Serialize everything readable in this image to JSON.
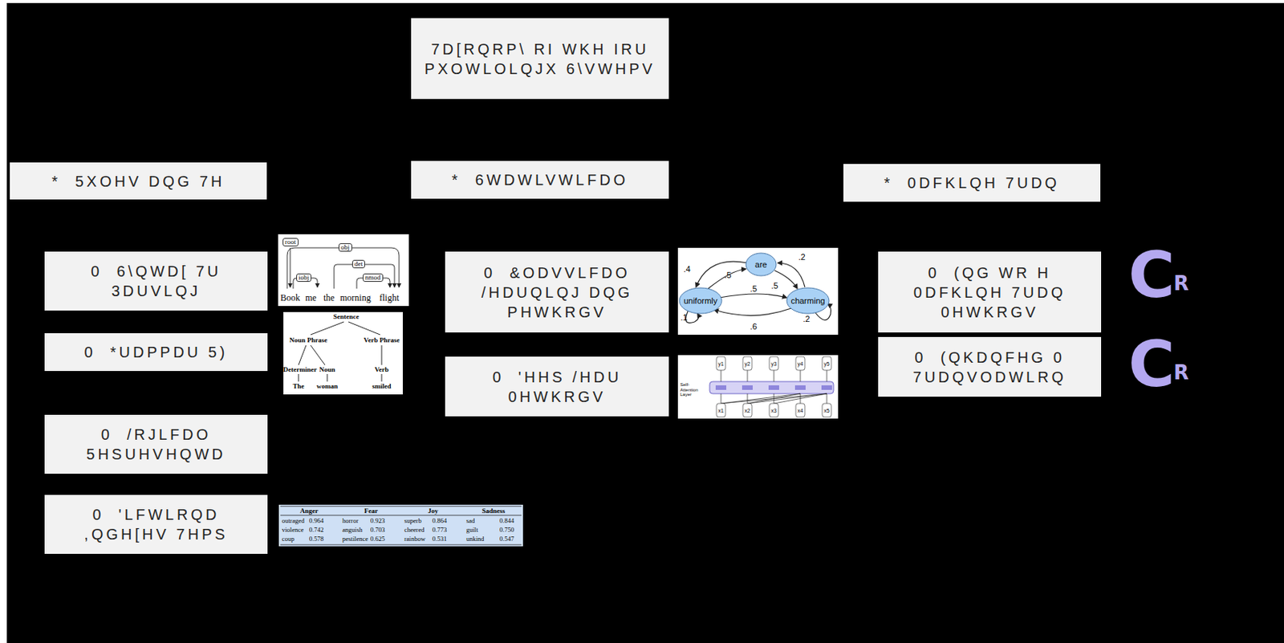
{
  "diagram": {
    "nodes": [
      {
        "text": [
          "7D[RQRP\\ RI WKH IRU PXOWLOLQJX 6\\VWHPV"
        ]
      },
      {
        "text": [
          "*  5XOHV DQG 7H"
        ]
      },
      {
        "text": [
          "0  6\\QWD[ 7U 3DUVLQJ"
        ]
      },
      {
        "text": [
          "0  *UDPPDU 5)"
        ]
      },
      {
        "text": [
          "0  /RJLFDO 5HSUHVHQWD"
        ]
      },
      {
        "text": [
          "0  'LFWLRQD ,QGH[HV 7HPS"
        ]
      },
      {
        "text": [
          "*  6WDWLVWLFDO"
        ]
      },
      {
        "text": [
          "0  &ODVVLFDO /HDUQLQJ DQG PHWKRGV"
        ]
      },
      {
        "text": [
          "0  'HHS /HDU 0HWKRGV"
        ]
      },
      {
        "text": [
          "*  0DFKLQH 7UDQ"
        ]
      },
      {
        "text": [
          "0  (QG WR H 0DFKLQH 7UDQ 0HWKRGV"
        ]
      },
      {
        "text": [
          "0  (QKDQFHG 0 7UDQVODWLRQ"
        ]
      }
    ],
    "labels": [
      "root",
      "obj",
      "det",
      "iobj",
      "nmod",
      "Book",
      "me",
      "the",
      "morning",
      "flight",
      "Sentence",
      "Noun Phrase",
      "Verb Phrase",
      "Determiner",
      "Noun",
      "Verb",
      "The",
      "woman",
      "smiled",
      "are",
      "uniformly",
      "charming",
      ".4",
      ".5",
      ".2",
      ".5",
      ".5",
      ".1",
      ".6",
      ".2",
      "Self-Attention Layer",
      "y1",
      "y2",
      "y3",
      "y4",
      "y5",
      "x1",
      "x2",
      "x3",
      "x4",
      "x5",
      "Anger",
      "Fear",
      "Joy",
      "Sadness",
      "outraged",
      "0.964",
      "horror",
      "0.923",
      "superb",
      "0.864",
      "sad",
      "0.844",
      "violence",
      "0.742",
      "anguish",
      "0.703",
      "cheered",
      "0.773",
      "guilt",
      "0.750",
      "coup",
      "0.578",
      "pestilence",
      "0.625",
      "rainbow",
      "0.531",
      "unkind",
      "0.547",
      "C",
      "R",
      "C",
      "R"
    ]
  }
}
